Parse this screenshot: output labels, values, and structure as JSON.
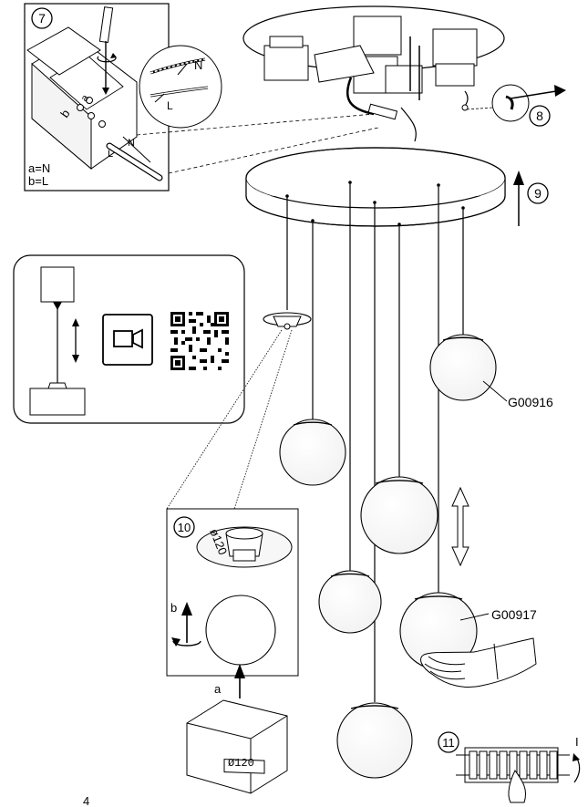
{
  "steps": {
    "s7": "7",
    "s8": "8",
    "s9": "9",
    "s10": "10",
    "s11": "11"
  },
  "step7": {
    "legend_a": "a=N",
    "legend_b": "b=L",
    "wire_n": "N",
    "wire_l": "L",
    "terminal_a": "a",
    "terminal_b": "b",
    "clamp_n": "N",
    "clamp_l": "L"
  },
  "step10": {
    "diameter_top": "ø120",
    "arrow_b": "b",
    "arrow_a": "a",
    "box_label": "Ø120"
  },
  "step11": {
    "switch_label": "I"
  },
  "products": {
    "upper": "G00916",
    "lower": "G00917"
  },
  "info_box": {
    "video_icon": "video-camera-icon",
    "qr_icon": "qr-code-icon"
  },
  "page_number": "4"
}
